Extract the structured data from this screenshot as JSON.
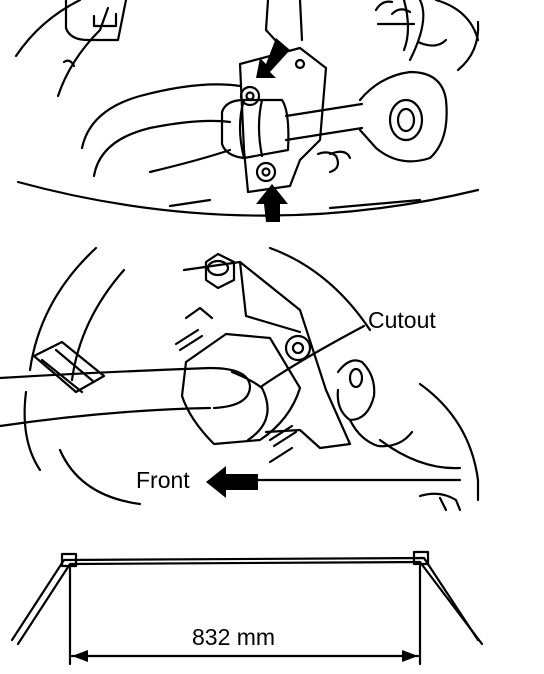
{
  "labels": {
    "cutout": "Cutout",
    "front": "Front",
    "dimension": "832 mm"
  },
  "colors": {
    "ink": "#000000",
    "paper": "#ffffff"
  },
  "icons": {
    "bolt_arrow": "arrow-icon",
    "front_arrow": "arrow-left-icon"
  }
}
